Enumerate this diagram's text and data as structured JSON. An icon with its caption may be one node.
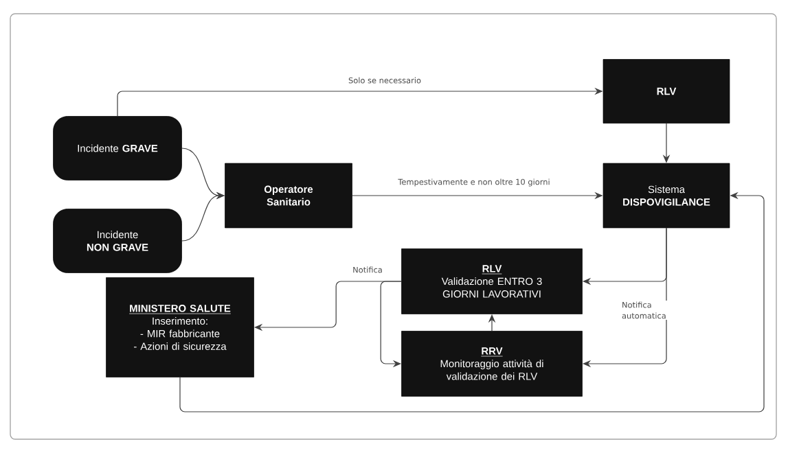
{
  "diagram": {
    "nodes": [
      {
        "text": [
          "Incidente **GRAVE**"
        ]
      },
      {
        "text": [
          "Incidente **NON GRAVE**"
        ]
      },
      {
        "text": [
          "Operatore Sanitario"
        ]
      },
      {
        "text": [
          "RLV"
        ]
      },
      {
        "text": [
          "Sistema **DISPOVIGILANCE**"
        ]
      },
      {
        "text": [
          "RLV",
          "Validazione ENTRO 3 GIORNI LAVORATIVI"
        ]
      },
      {
        "text": [
          "RRV",
          "Monitoraggio attività di validazione dei RLV"
        ]
      },
      {
        "text": [
          "MINISTERO SALUTE",
          "Inserimento:",
          "- MIR fabbricante",
          "- Azioni di sicurezza"
        ]
      }
    ],
    "edges": [
      {
        "from": 0,
        "to": 3,
        "arrow": "to",
        "label": "Solo se necessario"
      },
      {
        "from": 0,
        "to": 2,
        "arrow": "to"
      },
      {
        "from": 1,
        "to": 2,
        "arrow": "to"
      },
      {
        "from": 2,
        "to": 4,
        "arrow": "to",
        "label": "Tempestivamente e non oltre 10 giorni"
      },
      {
        "from": 3,
        "to": 4,
        "arrow": "to"
      },
      {
        "from": 4,
        "to": 5,
        "arrow": "to"
      },
      {
        "from": 4,
        "to": 6,
        "arrow": "to",
        "label": "Notifica automatica"
      },
      {
        "from": 6,
        "to": 5,
        "arrow": "to"
      },
      {
        "from": 5,
        "to": 7,
        "arrow": "to",
        "label": "Notifica"
      },
      {
        "from": 5,
        "to": 6,
        "arrow": "to"
      },
      {
        "from": 7,
        "to": 4,
        "arrow": "to"
      }
    ]
  }
}
